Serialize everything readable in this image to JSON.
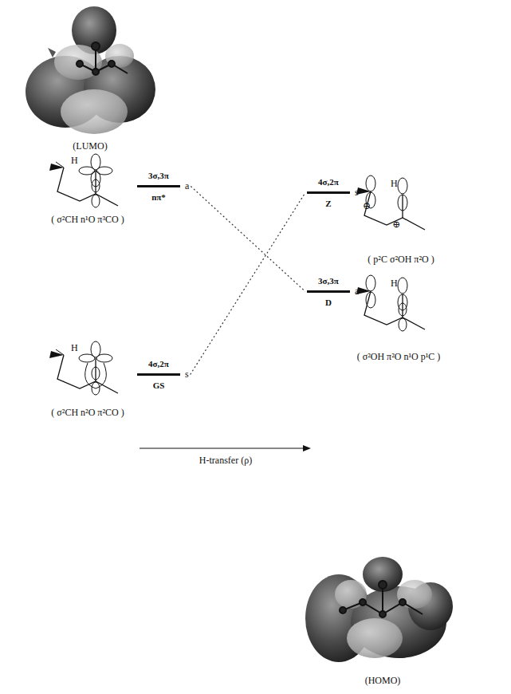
{
  "diagram": {
    "nodes": [
      {
        "text": [
          "3σ,3π",
          "nπ*",
          "a"
        ]
      },
      {
        "text": [
          "4σ,2π",
          "Z",
          "s"
        ]
      },
      {
        "text": [
          "3σ,3π",
          "D",
          "a"
        ]
      },
      {
        "text": [
          "4σ,2π",
          "GS",
          "s"
        ]
      }
    ],
    "edges": [
      {
        "from": 0,
        "to": 2,
        "arrow": "none"
      },
      {
        "from": 3,
        "to": 1,
        "arrow": "none"
      }
    ],
    "labels": [
      "(LUMO)",
      "H",
      "( σ²CH n¹O π³CO )",
      "H",
      "( σ²CH n²O π²CO )",
      "H-transfer (ρ)",
      "H",
      "⊖",
      "⊕",
      "( p²C σ²OH π²O )",
      "H",
      "( σ²OH π²O n¹O p¹C )",
      "(HOMO)"
    ]
  }
}
